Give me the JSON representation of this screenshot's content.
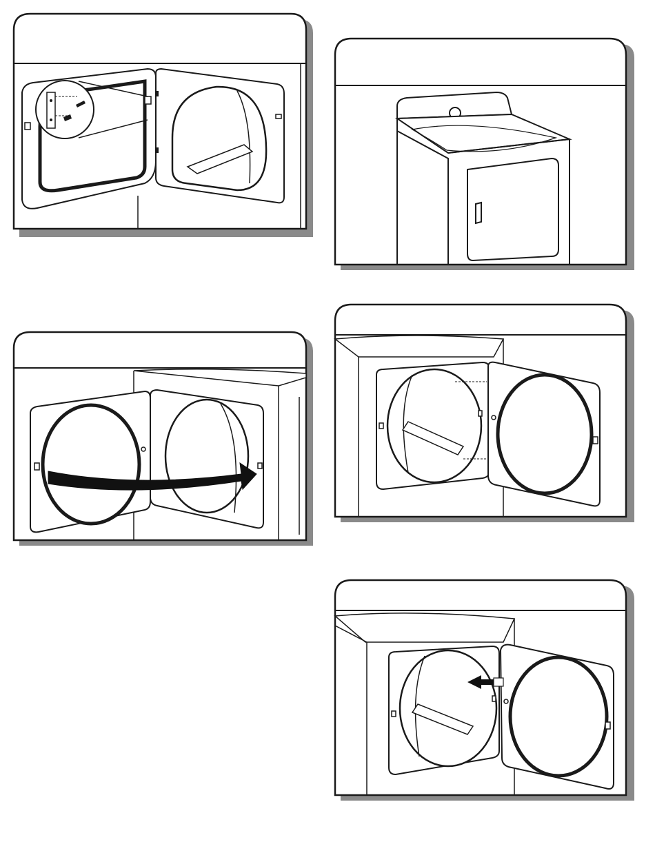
{
  "page": {
    "description_visible_text": [],
    "colors": {
      "line": "#1a1a1a",
      "fill": "#ffffff",
      "shadow": "#8a8a8a",
      "arrow": "#111111"
    }
  },
  "panels": [
    {
      "id": "panel-1",
      "depicts": "door-hinge-detail-open-door"
    },
    {
      "id": "panel-2",
      "depicts": "dryer-door-closed"
    },
    {
      "id": "panel-3",
      "depicts": "door-swing-reversal-arrow"
    },
    {
      "id": "panel-4",
      "depicts": "door-open-right-hinge"
    },
    {
      "id": "panel-5",
      "depicts": "door-removal-arrow"
    }
  ]
}
